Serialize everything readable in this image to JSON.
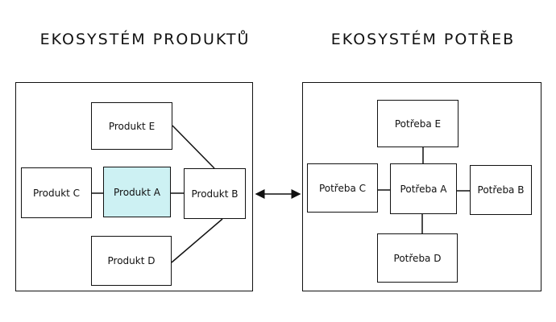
{
  "left": {
    "title": "EKOSYSTÉM PRODUKTŮ",
    "nodes": {
      "e": "Produkt E",
      "c": "Produkt C",
      "a": "Produkt A",
      "b": "Produkt B",
      "d": "Produkt D"
    }
  },
  "right": {
    "title": "EKOSYSTÉM POTŘEB",
    "nodes": {
      "e": "Potřeba E",
      "c": "Potřeba C",
      "a": "Potřeba A",
      "b": "Potřeba B",
      "d": "Potřeba D"
    }
  },
  "colors": {
    "highlight": "#cdf1f3",
    "stroke": "#111111"
  }
}
